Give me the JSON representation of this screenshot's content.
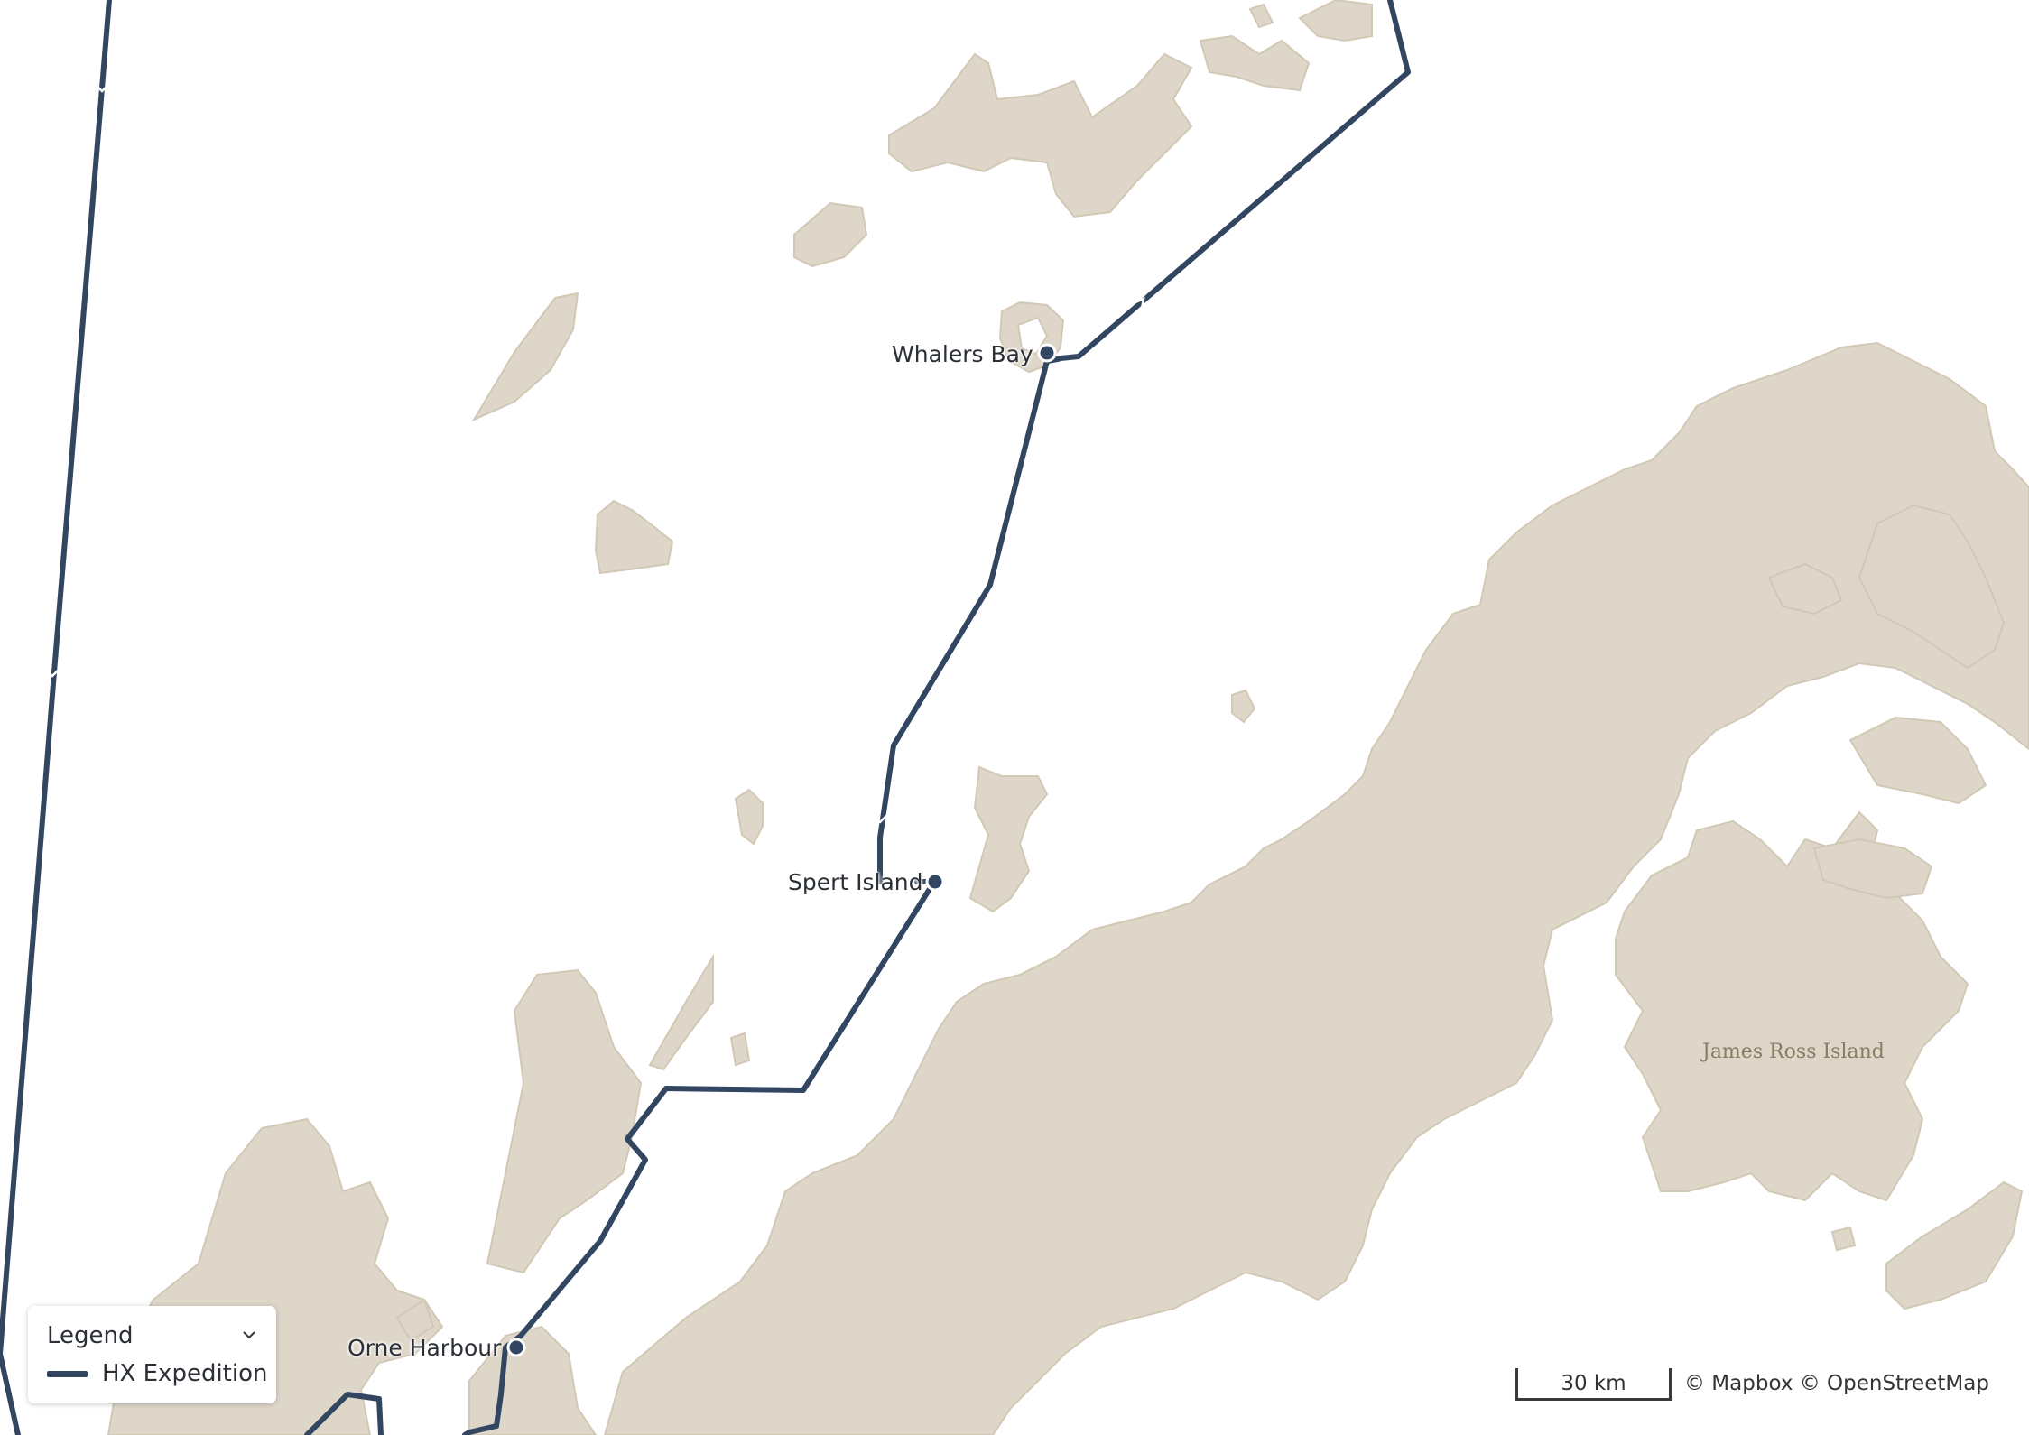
{
  "colors": {
    "land": "#ded6c8",
    "land_shade": "#d3c9b7",
    "water": "#ffffff",
    "route": "#324661",
    "stop": "#324661"
  },
  "places": {
    "whalers_bay": "Whalers Bay",
    "spert_island": "Spert Island",
    "orne_harbour": "Orne Harbour"
  },
  "regions": {
    "james_ross_island": "James Ross Island"
  },
  "legend": {
    "title": "Legend",
    "toggle_icon": "chevron-down-icon",
    "items": [
      {
        "label": "HX Expedition",
        "color": "#324661"
      }
    ]
  },
  "scale": {
    "label": "30 km"
  },
  "attribution": {
    "mapbox": "© Mapbox",
    "osm": "© OpenStreetMap"
  }
}
